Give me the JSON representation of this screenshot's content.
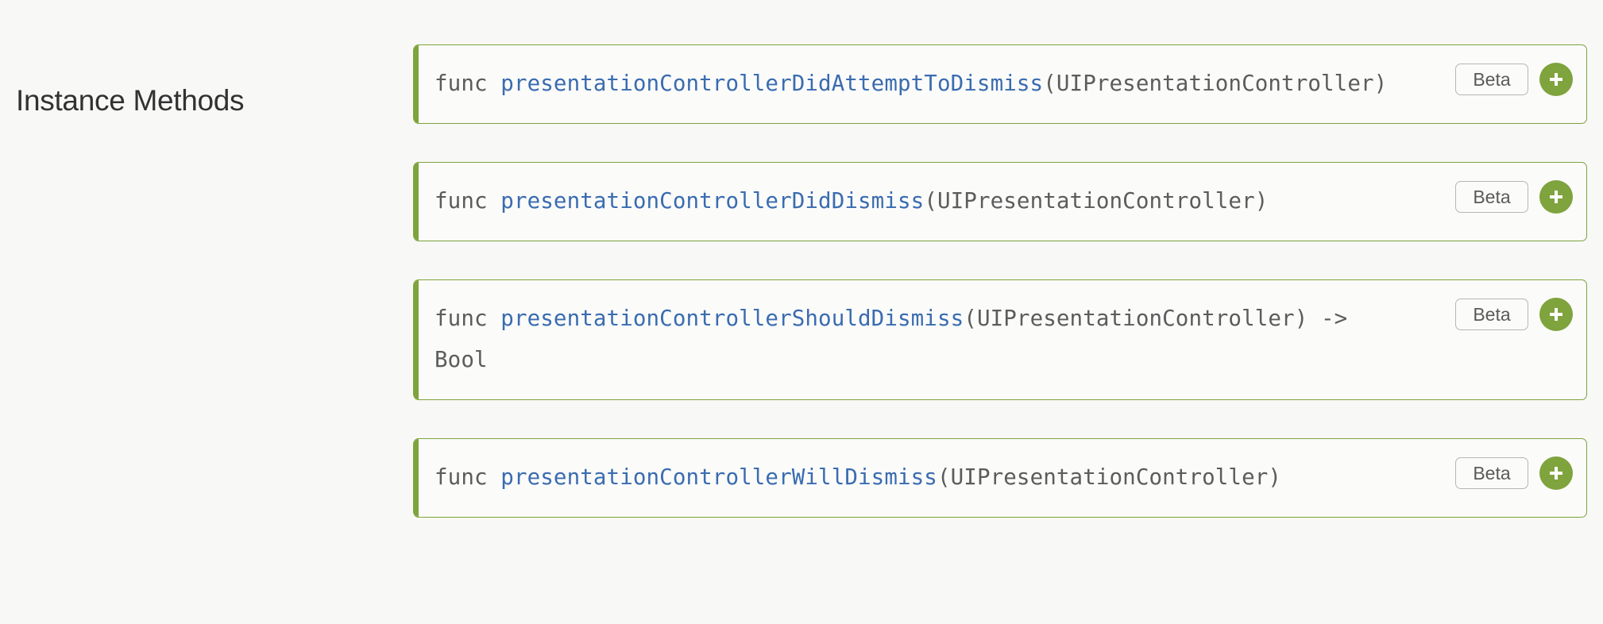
{
  "section": {
    "title": "Instance Methods"
  },
  "theme": {
    "page_background": "#f8f8f7",
    "card_background": "#fbfbfa",
    "accent_green": "#7fa33d",
    "link_blue": "#3a6cb0",
    "code_gray": "#5c5c5c",
    "badge_border": "#b6b6b6",
    "heading_color": "#323232"
  },
  "methods": [
    {
      "keyword": "func ",
      "name": "presentationControllerDidAttemptToDismiss",
      "signature": "(UIPresentationController)",
      "full_text": "func presentationControllerDidAttemptToDismiss(UIPresentationController)",
      "badge": "Beta",
      "add_icon": "plus-icon"
    },
    {
      "keyword": "func ",
      "name": "presentationControllerDidDismiss",
      "signature": "(UIPresentationController)",
      "full_text": "func presentationControllerDidDismiss(UIPresentationController)",
      "badge": "Beta",
      "add_icon": "plus-icon"
    },
    {
      "keyword": "func ",
      "name": "presentationControllerShouldDismiss",
      "signature": "(UIPresentationController) -> Bool",
      "full_text": "func presentationControllerShouldDismiss(UIPresentationController) -> Bool",
      "badge": "Beta",
      "add_icon": "plus-icon"
    },
    {
      "keyword": "func ",
      "name": "presentationControllerWillDismiss",
      "signature": "(UIPresentationController)",
      "full_text": "func presentationControllerWillDismiss(UIPresentationController)",
      "badge": "Beta",
      "add_icon": "plus-icon"
    }
  ]
}
